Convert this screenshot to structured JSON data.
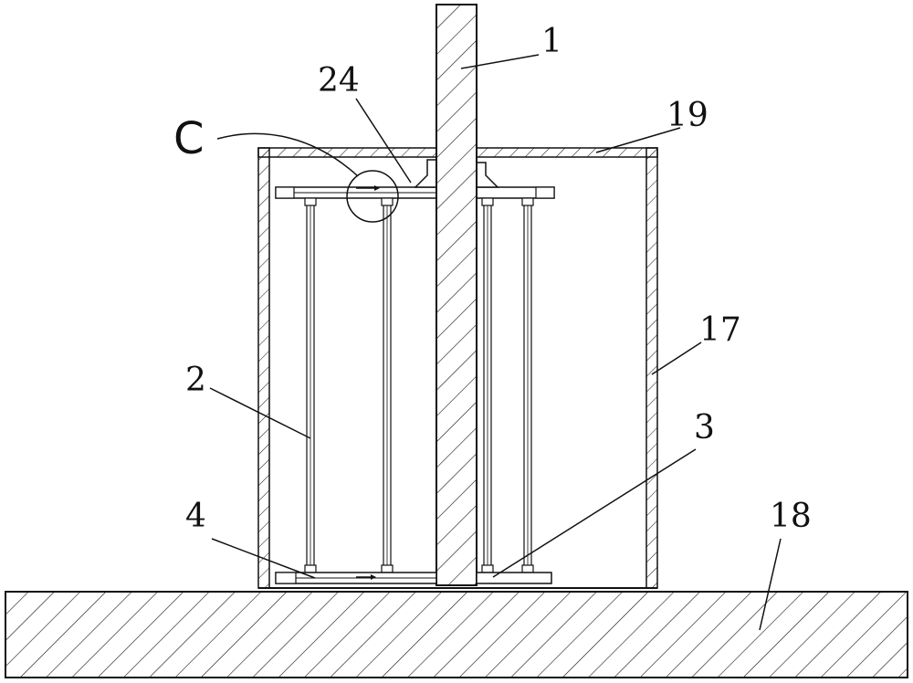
{
  "labels": {
    "l1": "1",
    "l24": "24",
    "lC": "C",
    "l19": "19",
    "l17": "17",
    "l2": "2",
    "l3": "3",
    "l4": "4",
    "l18": "18"
  },
  "colors": {
    "line": "#111111",
    "background": "#ffffff"
  }
}
